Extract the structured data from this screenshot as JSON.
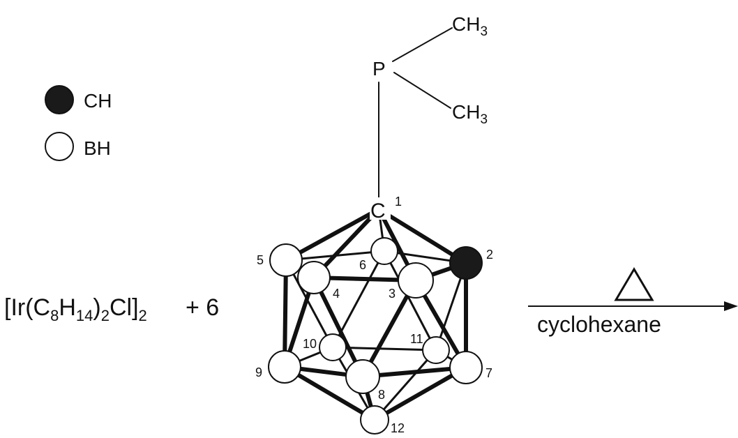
{
  "legend": {
    "ch_label": "CH",
    "bh_label": "BH"
  },
  "phosphine": {
    "p_label": "P",
    "methyl_1": "CH",
    "methyl_1_sub": "3",
    "methyl_2": "CH",
    "methyl_2_sub": "3"
  },
  "reactant": {
    "bracket_open": "[",
    "ir": "Ir(C",
    "sub_8": "8",
    "h": "H",
    "sub_14": "14",
    "close_paren": ")",
    "sub_2a": "2",
    "cl": "Cl",
    "bracket_close": "]",
    "sub_2b": "2",
    "coefficient": "+ 6"
  },
  "cage": {
    "c1_label": "C",
    "atom_numbers": [
      "1",
      "2",
      "3",
      "4",
      "5",
      "6",
      "7",
      "8",
      "9",
      "10",
      "11",
      "12"
    ]
  },
  "arrow": {
    "heat_symbol": "delta",
    "condition": "cyclohexane"
  }
}
